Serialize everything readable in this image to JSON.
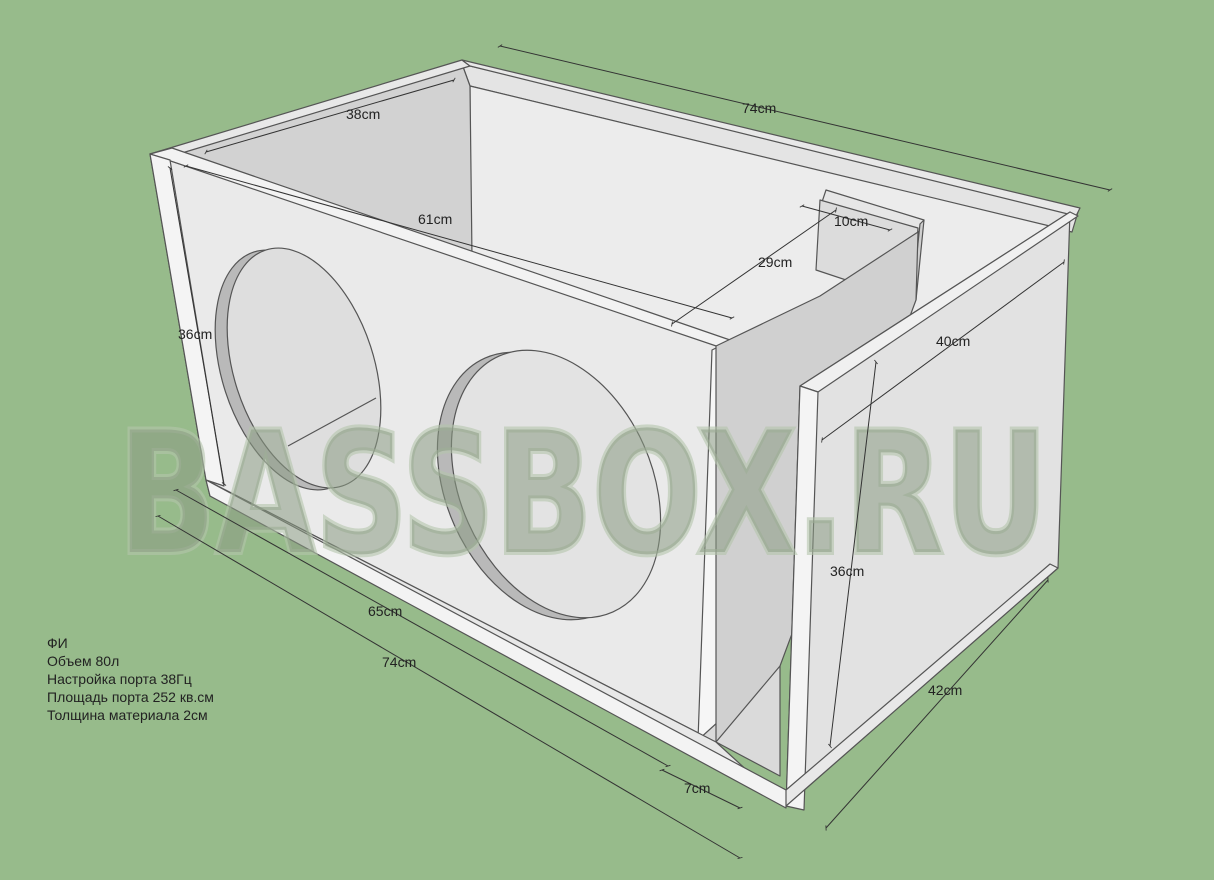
{
  "watermark": "BASSBOX.RU",
  "dimensions": {
    "top_length": "74cm",
    "inner_chamber_width": "38cm",
    "inner_length": "61cm",
    "port_width": "10cm",
    "port_length": "29cm",
    "inner_height": "36cm",
    "side_depth_inner": "40cm",
    "side_height": "36cm",
    "bottom_inner_length": "65cm",
    "bottom_length": "74cm",
    "port_gap": "7cm",
    "depth": "42cm"
  },
  "specs": [
    "ФИ",
    "Объем 80л",
    "Настройка порта 38Гц",
    "Площадь порта 252 кв.см",
    "Толщина материала 2см"
  ],
  "colors": {
    "background": "#97bb8b",
    "panel_light": "#ececec",
    "panel_mid": "#dcdcdc",
    "panel_dark": "#c7c7c7",
    "watermark_fill": "#8a9a84",
    "watermark_stroke": "#b4c4ac"
  }
}
